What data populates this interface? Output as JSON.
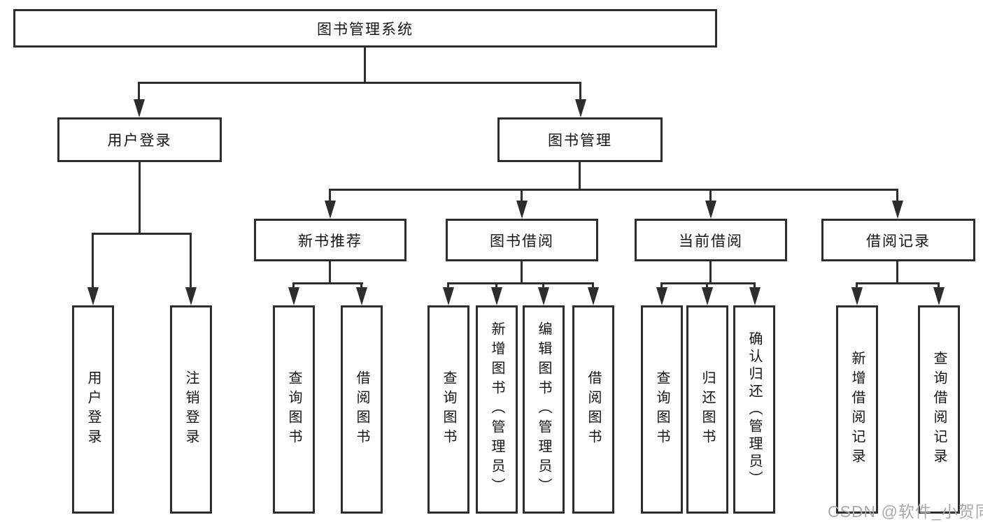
{
  "diagram_title": "图书管理系统",
  "nodes": {
    "root": "图书管理系统",
    "user_login": "用户登录",
    "book_mgmt": "图书管理",
    "new_book_rec": "新书推荐",
    "book_borrow": "图书借阅",
    "current_borrow": "当前借阅",
    "borrow_records": "借阅记录",
    "ul_login": "用户登录",
    "ul_logout": "注销登录",
    "nb_query": "查询图书",
    "nb_borrow": "借阅图书",
    "bb_query": "查询图书",
    "bb_add": "新增图书（管理员）",
    "bb_edit": "编辑图书（管理员）",
    "bb_borrow": "借阅图书",
    "cb_query": "查询图书",
    "cb_return": "归还图书",
    "cb_confirm": "确认归还（管理员）",
    "br_add": "新增借阅记录",
    "br_query": "查询借阅记录"
  },
  "watermark": "CSDN @软件_小贺同学",
  "colors": {
    "line": "#2d2d2d",
    "box_border": "#2d2d2d",
    "box_fill": "#ffffff",
    "text": "#141414",
    "watermark": "#a9a9a9",
    "background": "#ffffff"
  }
}
